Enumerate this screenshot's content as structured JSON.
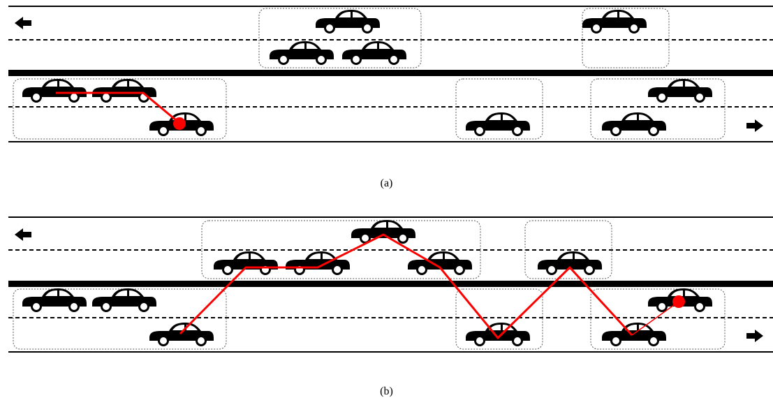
{
  "panels": [
    {
      "caption": "(a)",
      "direction_upper": "left-arrow",
      "direction_lower": "right-arrow",
      "route_color": "#ff0000",
      "marker_color": "#ff0000"
    },
    {
      "caption": "(b)",
      "direction_upper": "left-arrow",
      "direction_lower": "right-arrow",
      "route_color": "#ff0000",
      "marker_color": "#ff0000"
    }
  ],
  "colors": {
    "road": "#000000",
    "car": "#000000",
    "cluster_border": "#555555",
    "route": "#ff0000"
  }
}
